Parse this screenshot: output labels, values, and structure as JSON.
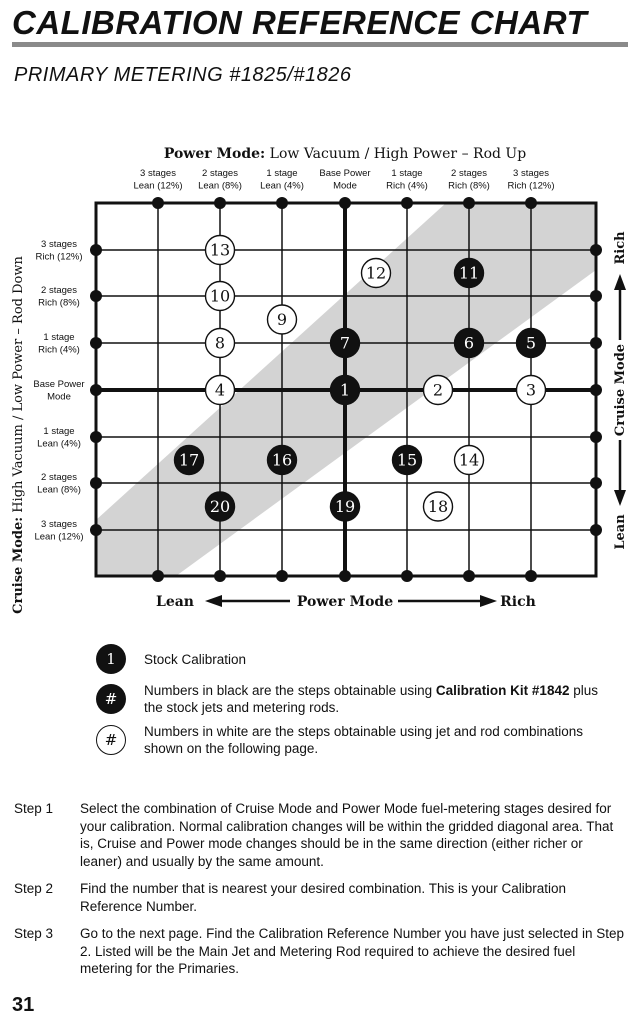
{
  "title": "CALIBRATION REFERENCE CHART",
  "subtitle": "PRIMARY METERING #1825/#1826",
  "chart": {
    "top_label_bold": "Power Mode:",
    "top_label_rest": "Low Vacuum / High Power – Rod Up",
    "left_label_bold": "Cruise Mode:",
    "left_label_rest": "High Vacuum / Low Power – Rod Down",
    "columns": [
      [
        "3 stages",
        "Lean (12%)"
      ],
      [
        "2 stages",
        "Lean (8%)"
      ],
      [
        "1 stage",
        "Lean (4%)"
      ],
      [
        "Base Power",
        "Mode"
      ],
      [
        "1 stage",
        "Rich (4%)"
      ],
      [
        "2 stages",
        "Rich (8%)"
      ],
      [
        "3 stages",
        "Rich (12%)"
      ]
    ],
    "rows": [
      [
        "3 stages",
        "Rich (12%)"
      ],
      [
        "2 stages",
        "Rich (8%)"
      ],
      [
        "1 stage",
        "Rich (4%)"
      ],
      [
        "Base Power",
        "Mode"
      ],
      [
        "1 stage",
        "Lean (4%)"
      ],
      [
        "2 stages",
        "Lean (8%)"
      ],
      [
        "3 stages",
        "Lean (12%)"
      ]
    ],
    "bottom_axis": {
      "lean": "Lean",
      "label": "Power Mode",
      "rich": "Rich"
    },
    "right_axis": {
      "rich": "Rich",
      "label": "Cruise Mode",
      "lean": "Lean"
    },
    "points": [
      {
        "n": "1",
        "col": 3,
        "row": 3,
        "style": "black"
      },
      {
        "n": "2",
        "col": 4.5,
        "row": 3,
        "style": "white"
      },
      {
        "n": "3",
        "col": 6,
        "row": 3,
        "style": "white"
      },
      {
        "n": "4",
        "col": 1,
        "row": 3,
        "style": "white"
      },
      {
        "n": "5",
        "col": 6,
        "row": 2,
        "style": "black"
      },
      {
        "n": "6",
        "col": 5,
        "row": 2,
        "style": "black"
      },
      {
        "n": "7",
        "col": 3,
        "row": 2,
        "style": "black"
      },
      {
        "n": "8",
        "col": 1,
        "row": 2,
        "style": "white"
      },
      {
        "n": "9",
        "col": 2,
        "row": 1.5,
        "style": "white"
      },
      {
        "n": "10",
        "col": 1,
        "row": 1,
        "style": "white"
      },
      {
        "n": "11",
        "col": 5,
        "row": 0.5,
        "style": "black"
      },
      {
        "n": "12",
        "col": 3.5,
        "row": 0.5,
        "style": "white"
      },
      {
        "n": "13",
        "col": 1,
        "row": 0,
        "style": "white"
      },
      {
        "n": "14",
        "col": 5,
        "row": 4.5,
        "style": "white"
      },
      {
        "n": "15",
        "col": 4,
        "row": 4.5,
        "style": "black"
      },
      {
        "n": "16",
        "col": 2,
        "row": 4.5,
        "style": "black"
      },
      {
        "n": "17",
        "col": 0.5,
        "row": 4.5,
        "style": "black"
      },
      {
        "n": "18",
        "col": 4.5,
        "row": 5.5,
        "style": "white"
      },
      {
        "n": "19",
        "col": 3,
        "row": 5.5,
        "style": "black"
      },
      {
        "n": "20",
        "col": 1,
        "row": 5.5,
        "style": "black"
      }
    ]
  },
  "legend": {
    "stock_badge": "1",
    "stock_text": "Stock Calibration",
    "black_badge": "#",
    "black_text_pre": "Numbers in black are the steps obtainable using ",
    "black_text_bold": "Calibration Kit #1842",
    "black_text_post": " plus the stock jets and metering rods.",
    "white_badge": "#",
    "white_text": "Numbers in white are the steps obtainable using jet and rod combinations shown on the following page."
  },
  "steps": [
    {
      "label": "Step 1",
      "text": "Select the combination of Cruise Mode and Power Mode fuel-metering stages desired for your calibration. Normal calibration changes will be within the gridded diagonal area. That is, Cruise and Power mode changes should be in the same direction (either richer or leaner) and usually by the same amount."
    },
    {
      "label": "Step 2",
      "text": "Find the number that is nearest your desired combination. This is your Calibration Reference Number."
    },
    {
      "label": "Step 3",
      "text": "Go to the next page. Find the Calibration Reference Number you have just selected in Step 2. Listed will be the Main Jet and Metering Rod required to achieve the desired fuel metering for the Primaries."
    }
  ],
  "page_number": "31"
}
